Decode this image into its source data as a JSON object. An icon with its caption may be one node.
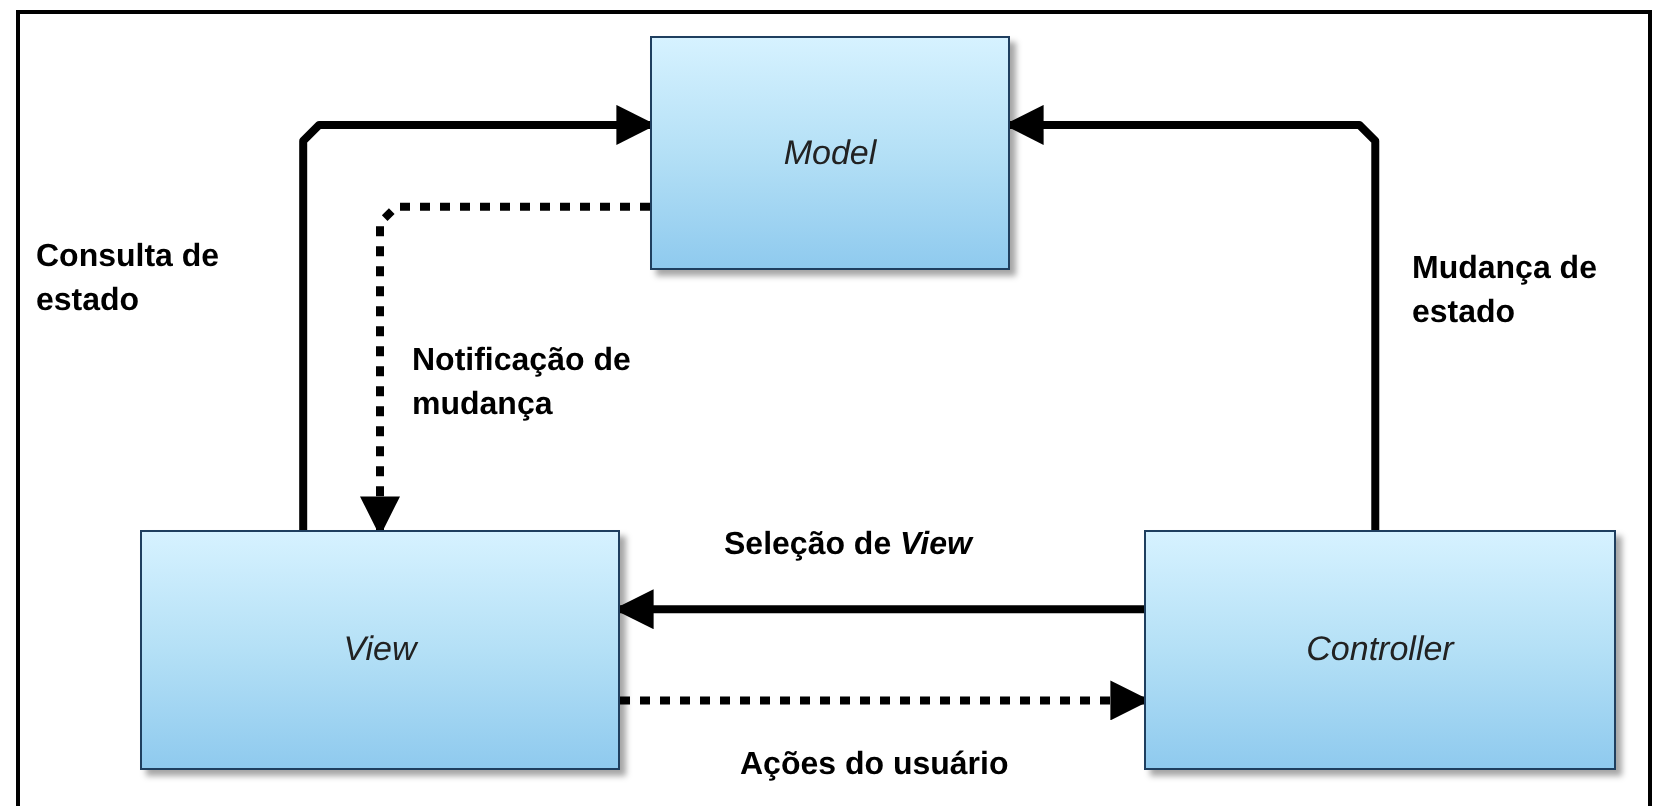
{
  "diagram": {
    "nodes": [
      {
        "text": [
          "Model"
        ]
      },
      {
        "text": [
          "View"
        ]
      },
      {
        "text": [
          "Controller"
        ]
      }
    ],
    "edges": [
      {
        "from": 1,
        "to": 0,
        "arrow": "to",
        "label": "Consulta de estado"
      },
      {
        "from": 0,
        "to": 1,
        "arrow": "to",
        "style": "dashed",
        "label": "Notificação de mudança"
      },
      {
        "from": 2,
        "to": 0,
        "arrow": "to",
        "label": "Mudança de estado"
      },
      {
        "from": 2,
        "to": 1,
        "arrow": "to",
        "label": "Seleção de *View*"
      },
      {
        "from": 1,
        "to": 2,
        "arrow": "to",
        "style": "dashed",
        "label": "Ações do usuário"
      }
    ]
  }
}
